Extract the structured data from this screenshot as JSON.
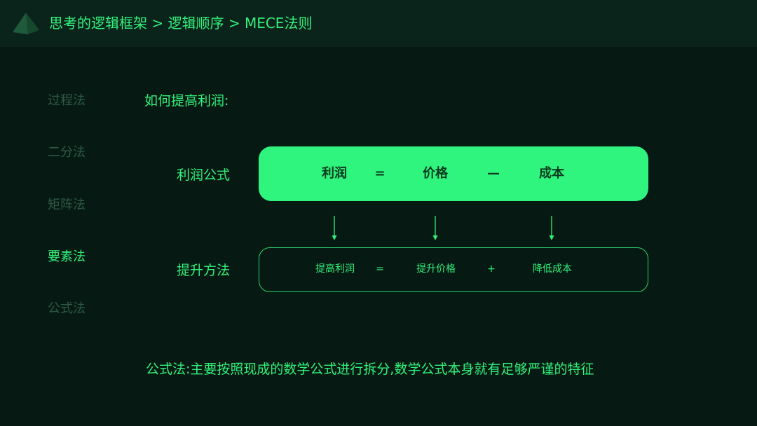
{
  "header": {
    "logo_icon": "pyramid-logo-icon",
    "breadcrumb": "思考的逻辑框架 > 逻辑顺序 > MECE法则"
  },
  "sidebar": {
    "items": [
      {
        "label": "过程法",
        "active": false
      },
      {
        "label": "二分法",
        "active": false
      },
      {
        "label": "矩阵法",
        "active": false
      },
      {
        "label": "要素法",
        "active": true
      },
      {
        "label": "公式法",
        "active": false
      }
    ]
  },
  "main": {
    "question": "如何提高利润:",
    "formula": {
      "label": "利润公式",
      "tokens": [
        "利润",
        "=",
        "价格",
        "—",
        "成本"
      ]
    },
    "method": {
      "label": "提升方法",
      "tokens": [
        "提高利润",
        "=",
        "提升价格",
        "+",
        "降低成本"
      ]
    },
    "arrow_icon": "arrow-down-icon",
    "footnote": "公式法:主要按照现成的数学公式进行拆分,数学公式本身就有足够严谨的特征"
  },
  "colors": {
    "background": "#061a13",
    "header_bg": "#0a231b",
    "accent": "#33f07b",
    "formula_fill": "#2ff57e",
    "muted": "#2e5a45"
  }
}
